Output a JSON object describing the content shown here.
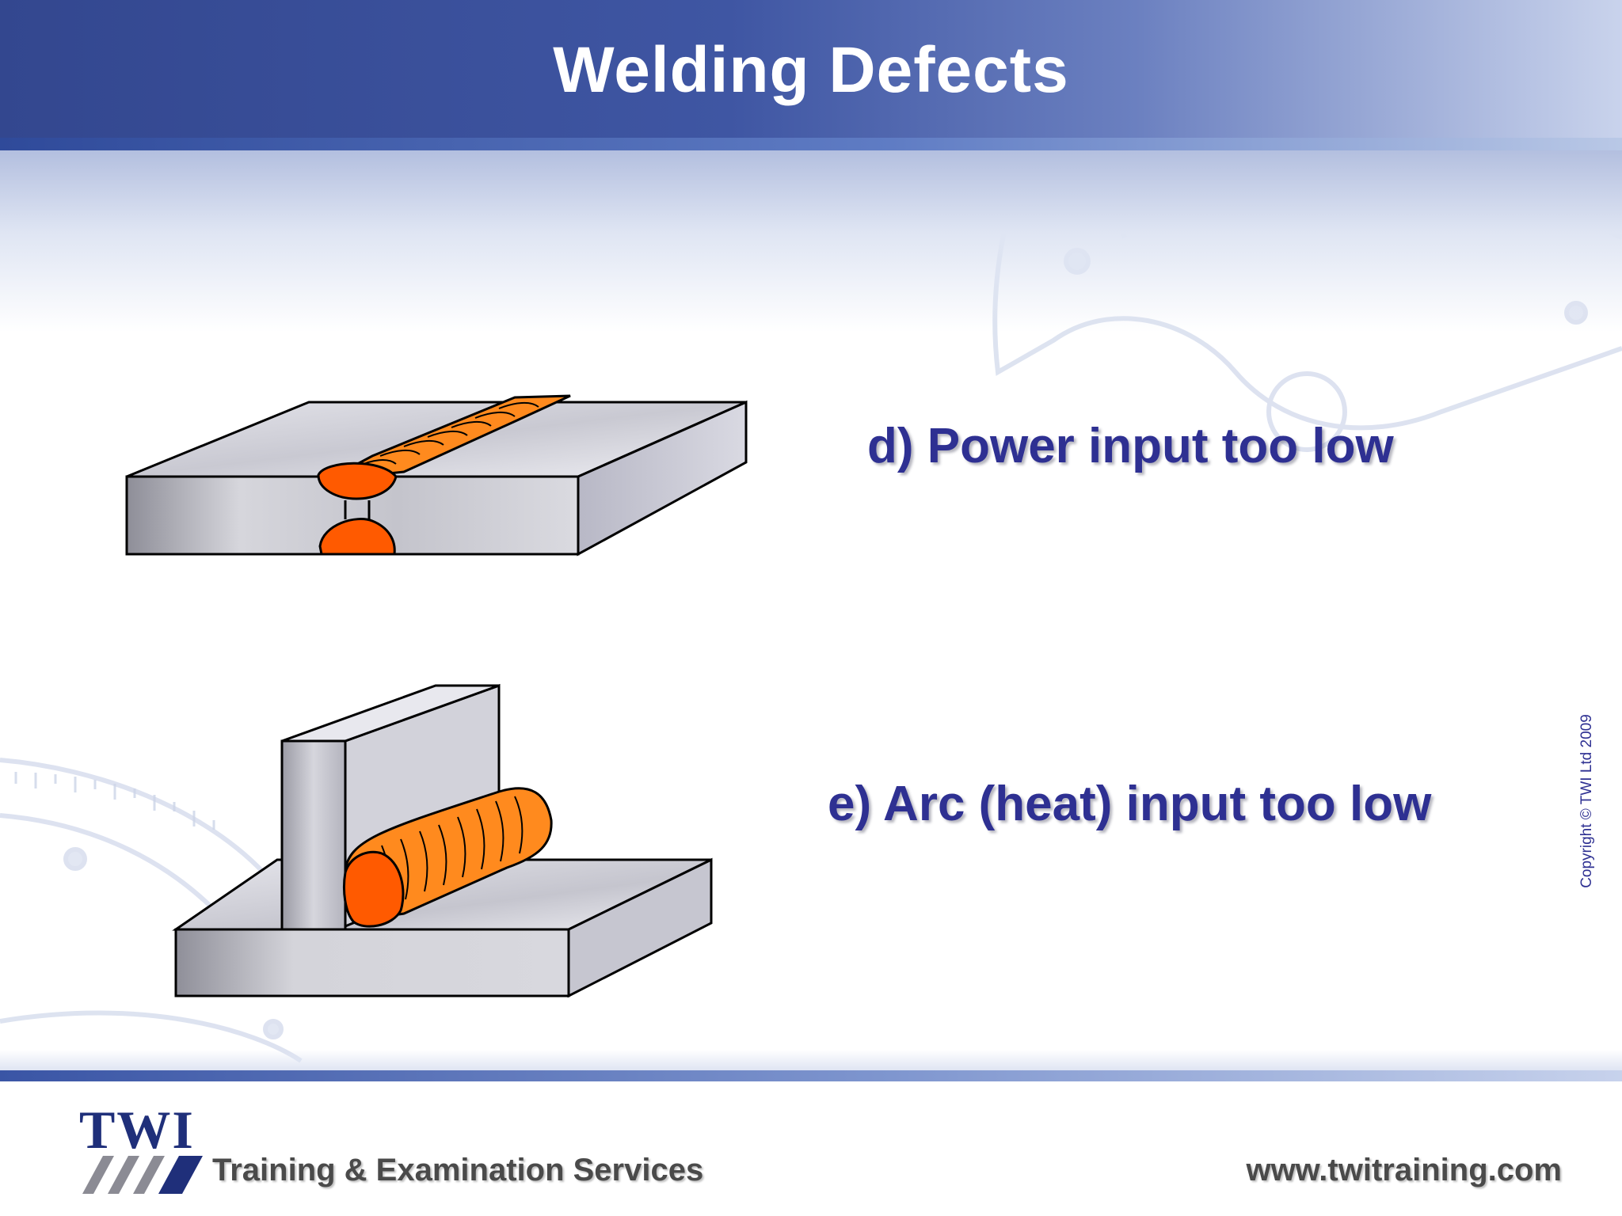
{
  "slide": {
    "title": "Welding Defects",
    "captions": {
      "d": "d) Power input too low",
      "e": "e) Arc (heat) input too low"
    },
    "copyright": "Copyright © TWI Ltd 2009"
  },
  "footer": {
    "logo": "TWI",
    "tagline": "Training & Examination Services",
    "website": "www.twitraining.com"
  },
  "colors": {
    "header_blue": "#33478f",
    "caption_blue": "#2e3092",
    "weld_orange": "#ff8a1e",
    "weld_root": "#ff5a00",
    "steel_gray": "#b9b9c3"
  },
  "icons": {
    "butt_weld_figure": "butt-weld-lack-of-penetration-icon",
    "fillet_weld_figure": "fillet-weld-lack-of-fusion-icon",
    "logo_mark": "twi-slashes-icon"
  }
}
